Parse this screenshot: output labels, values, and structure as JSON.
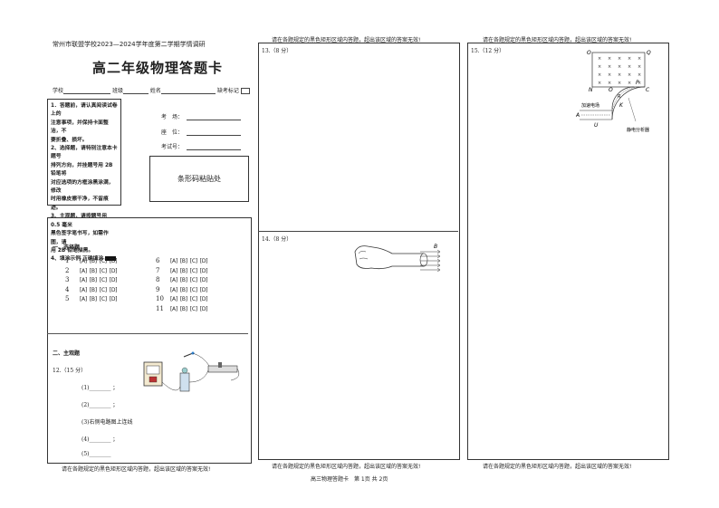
{
  "header": {
    "school_line": "常州市联盟学校2023—2024学年度第二学期学情调研",
    "title": "高二年级物理答题卡",
    "info_labels": [
      "学校",
      "班级",
      "姓名",
      "缺考标记"
    ]
  },
  "notice": {
    "items": [
      "1．答题前，请认真阅读试卷上的",
      "注意事项，并保持卡面整洁，不",
      "要折叠、损坏。",
      "2、选择题，请特别注意本卡题号",
      "排列方向，并挂题号用 2B 铅笔将",
      "对应选项的方框涂黑涂满，修改",
      "时用橡皮擦干净，不留痕迹。",
      "3、主观题，请按题号用 0.5 毫米",
      "黑色签字笔书写，如需作图，请",
      "用 2B 铅笔描黑。",
      "4、填涂示例  正确填涂"
    ]
  },
  "exam_fields": [
    "考　场：",
    "座　位：",
    "考试号："
  ],
  "barcode_label": "条形码粘贴处",
  "section1": {
    "title": "一、选择题",
    "questions": [
      "1",
      "2",
      "3",
      "4",
      "5",
      "6",
      "7",
      "8",
      "9",
      "10",
      "11"
    ],
    "options": [
      "[A]",
      "[B]",
      "[C]",
      "[D]"
    ]
  },
  "section2": {
    "title": "二、主观题",
    "q12": {
      "header": "12.（15 分）",
      "parts": [
        "(1)________ ；",
        "(2)________ ；",
        "(3)右侧电路图上连线",
        "(4)________ ；",
        "(5)________"
      ]
    }
  },
  "q13": "13.（8 分）",
  "q14": "14.（8 分）",
  "q15": "15.（12 分）",
  "warning": "请在各题规定的黑色矩形区域内答题，超出该区域的答案无效!",
  "footer": "高三物理答题卡　第 1页  共 2页",
  "figure15": {
    "corner_labels": [
      "O",
      "Q",
      "N",
      "O",
      "P",
      "C"
    ],
    "labels": [
      "加速电场",
      "A",
      "U",
      "K",
      "R",
      "静电分析器"
    ],
    "field_mark": "×"
  },
  "figure14": {
    "field_label": "B"
  }
}
